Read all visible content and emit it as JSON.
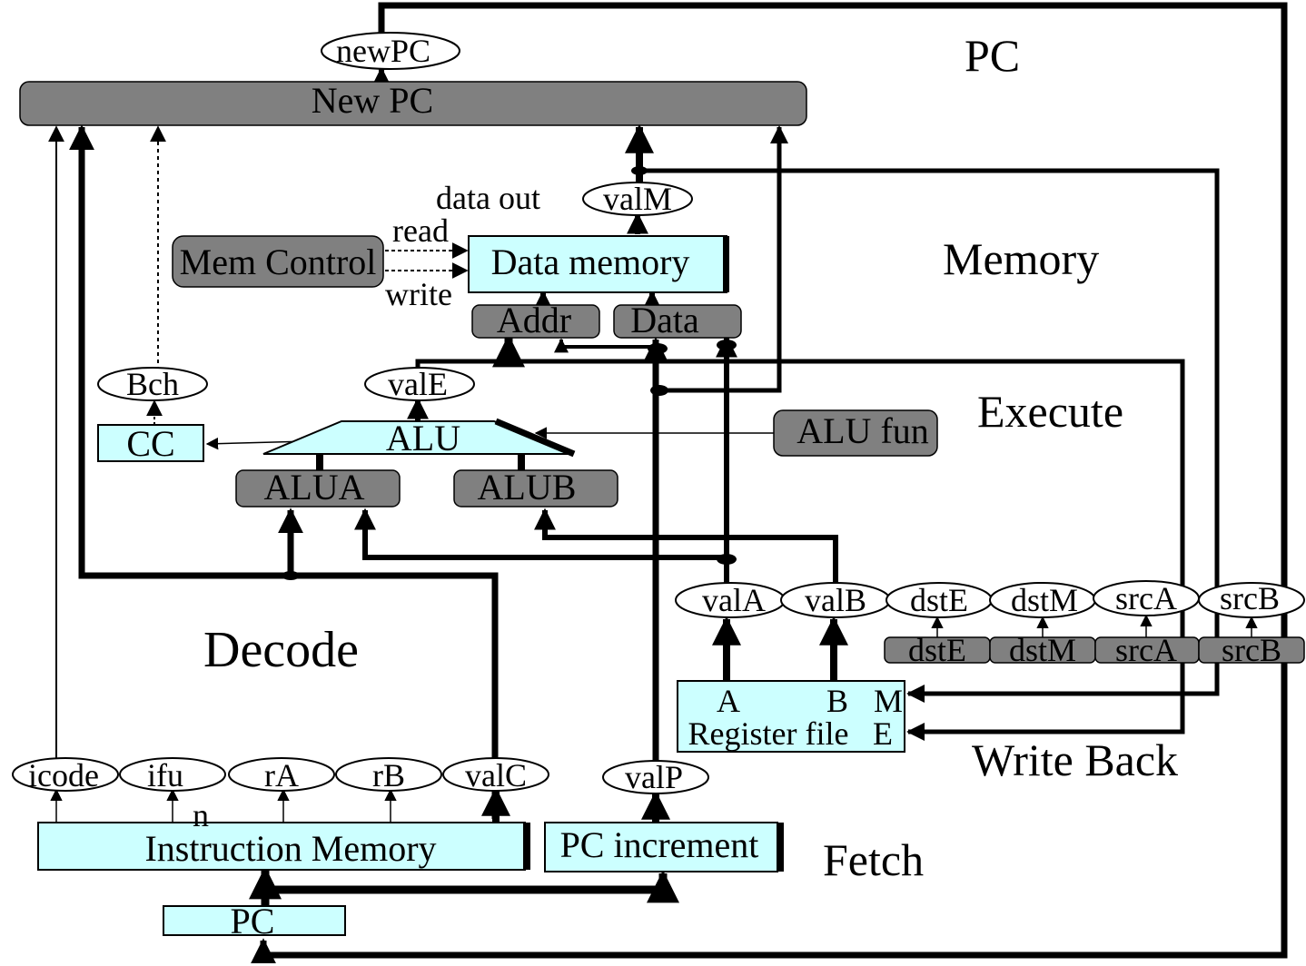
{
  "stages": {
    "pc": "PC",
    "memory": "Memory",
    "execute": "Execute",
    "decode": "Decode",
    "write_back": "Write Back",
    "fetch": "Fetch"
  },
  "blocks": {
    "new_pc": "New PC",
    "mem_control": "Mem Control",
    "data_memory": "Data memory",
    "addr": "Addr",
    "data": "Data",
    "alu": "ALU",
    "alu_fun": "ALU fun",
    "alua": "ALUA",
    "alub": "ALUB",
    "cc": "CC",
    "register_file": "Register file",
    "instruction_memory": "Instruction Memory",
    "pc_increment": "PC increment",
    "pc": "PC",
    "reg_dste": "dstE",
    "reg_dstm": "dstM",
    "reg_srca": "srcA",
    "reg_srcb": "srcB"
  },
  "register_ports": {
    "a": "A",
    "b": "B",
    "m": "M",
    "e": "E"
  },
  "signals": {
    "newpc": "newPC",
    "valm": "valM",
    "vale": "valE",
    "bch": "Bch",
    "vala": "valA",
    "valb": "valB",
    "dste": "dstE",
    "dstm": "dstM",
    "srca": "srcA",
    "srcb": "srcB",
    "icode": "icode",
    "ifun": "ifu",
    "ra": "rA",
    "rb": "rB",
    "valc": "valC",
    "valp": "valP"
  },
  "annotations": {
    "data_out": "data out",
    "read": "read",
    "write": "write",
    "n": "n"
  }
}
